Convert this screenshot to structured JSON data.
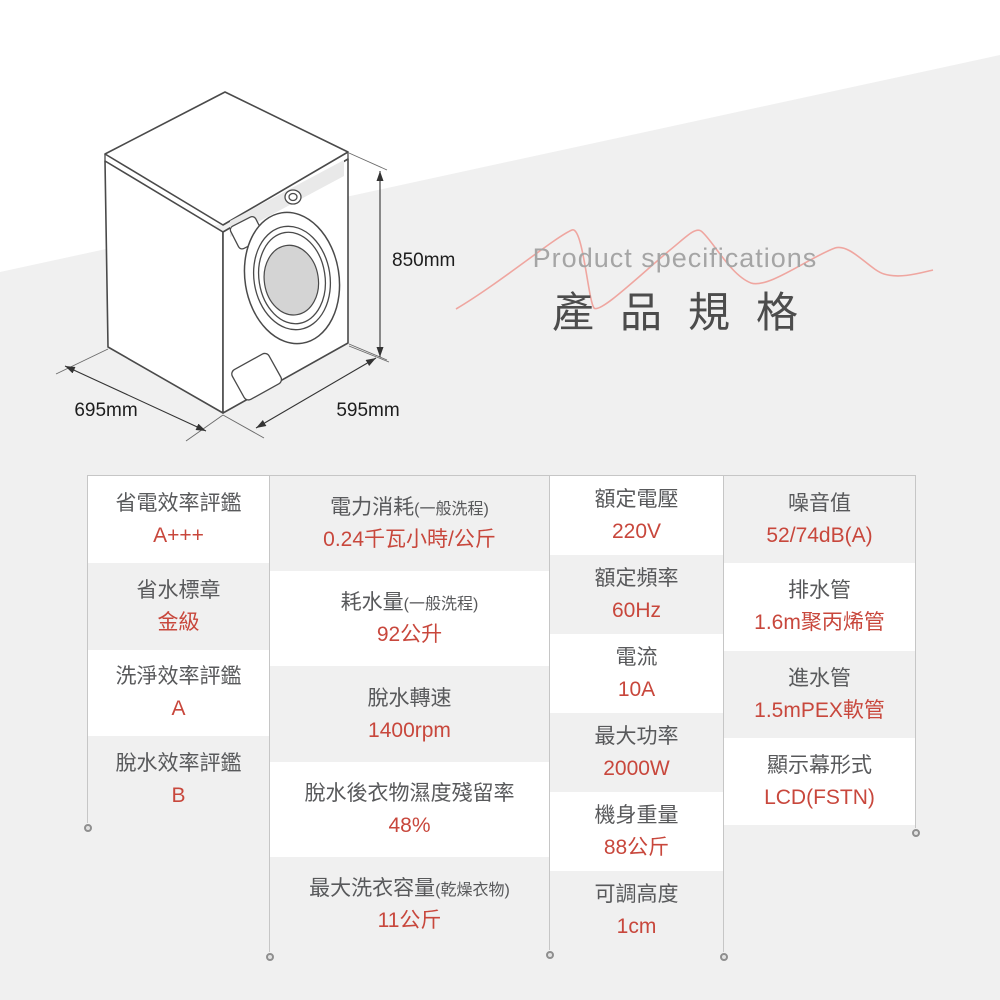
{
  "header": {
    "subtitle": "Product specifications",
    "title": "產品規格",
    "wave_color": "#efa6a0"
  },
  "illustration": {
    "subject": "washing-machine-isometric-line-drawing",
    "height_label": "850mm",
    "depth_label": "695mm",
    "width_label": "595mm"
  },
  "colors": {
    "page_bg": "#ffffff",
    "diagonal_bg": "#f0f0f0",
    "cell_bg": "#ffffff",
    "label_text": "#58595b",
    "value_text": "#c8473c",
    "divider": "#c6c6c6",
    "title_text": "#4c4c4c",
    "subtitle_text": "#a5a5a5"
  },
  "spec_table": {
    "columns": [
      {
        "start": "white",
        "cells": [
          {
            "label": "省電效率評鑑",
            "note": "",
            "value": "A+++"
          },
          {
            "label": "省水標章",
            "note": "",
            "value": "金級"
          },
          {
            "label": "洗淨效率評鑑",
            "note": "",
            "value": "A"
          },
          {
            "label": "脫水效率評鑑",
            "note": "",
            "value": "B"
          }
        ]
      },
      {
        "start": "gray",
        "cells": [
          {
            "label": "電力消耗",
            "note": "(一般洗程)",
            "value": "0.24千瓦小時/公斤"
          },
          {
            "label": "耗水量",
            "note": "(一般洗程)",
            "value": "92公升"
          },
          {
            "label": "脫水轉速",
            "note": "",
            "value": "1400rpm"
          },
          {
            "label": "脫水後衣物濕度殘留率",
            "note": "",
            "value": "48%"
          },
          {
            "label": "最大洗衣容量",
            "note": "(乾燥衣物)",
            "value": "11公斤"
          }
        ]
      },
      {
        "start": "white",
        "cells": [
          {
            "label": "額定電壓",
            "note": "",
            "value": "220V"
          },
          {
            "label": "額定頻率",
            "note": "",
            "value": "60Hz"
          },
          {
            "label": "電流",
            "note": "",
            "value": "10A"
          },
          {
            "label": "最大功率",
            "note": "",
            "value": "2000W"
          },
          {
            "label": "機身重量",
            "note": "",
            "value": "88公斤"
          },
          {
            "label": "可調高度",
            "note": "",
            "value": "1cm"
          }
        ]
      },
      {
        "start": "gray",
        "cells": [
          {
            "label": "噪音值",
            "note": "",
            "value": "52/74dB(A)"
          },
          {
            "label": "排水管",
            "note": "",
            "value": "1.6m聚丙烯管"
          },
          {
            "label": "進水管",
            "note": "",
            "value": "1.5mPEX軟管"
          },
          {
            "label": "顯示幕形式",
            "note": "",
            "value": "LCD(FSTN)"
          }
        ]
      }
    ]
  }
}
